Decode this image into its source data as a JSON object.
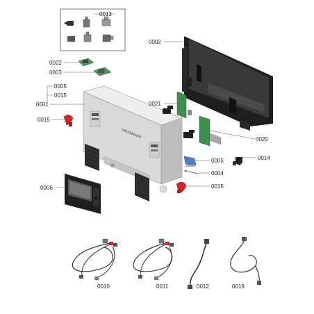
{
  "labels": {
    "l0013": "0013",
    "l0002": "0002",
    "l0022": "0022",
    "l0003": "0003",
    "l0005a": "0005",
    "l0015a": "0015",
    "l0001": "0001",
    "l0015b": "0015",
    "l0021": "0021",
    "l0020": "0020",
    "l0005b": "0005",
    "l0014": "0014",
    "l0004": "0004",
    "l0015c": "0015",
    "l0006": "0006",
    "l0010": "0010",
    "l0011": "0011",
    "l0012": "0012",
    "l0019": "0019"
  },
  "logo_text": "VIESSMANN",
  "colors": {
    "housing": "#d9d9d9",
    "dark": "#2b2b2b",
    "pcb_green": "#3f8f4f",
    "red_part": "#cc2a2a",
    "blue_part": "#5a7fb8"
  }
}
